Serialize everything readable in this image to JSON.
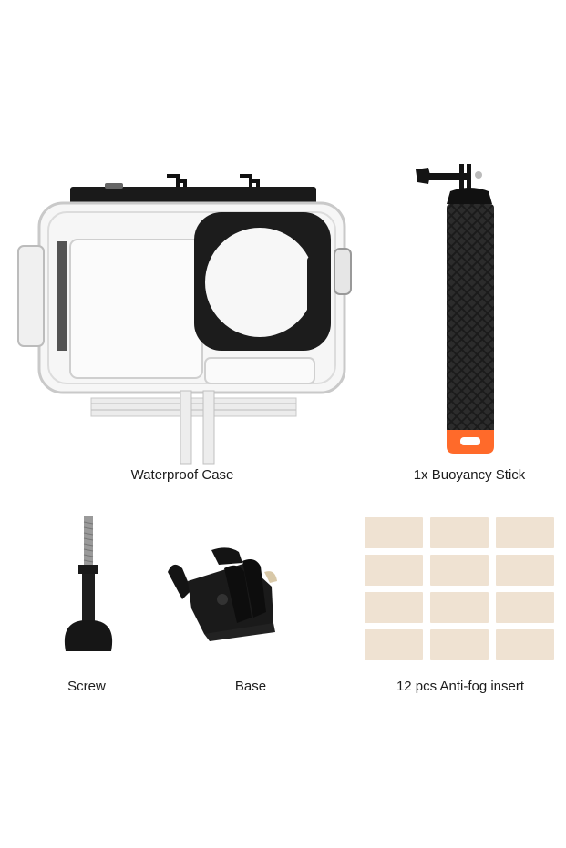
{
  "items": [
    {
      "name": "waterproof-case",
      "label": "Waterproof Case"
    },
    {
      "name": "buoyancy-stick",
      "label": "1x Buoyancy Stick"
    },
    {
      "name": "screw",
      "label": "Screw"
    },
    {
      "name": "base",
      "label": "Base"
    },
    {
      "name": "anti-fog-insert",
      "label": "12 pcs Anti-fog insert"
    }
  ],
  "anti_fog": {
    "count": 12,
    "rows": 4,
    "cols": 3,
    "color": "#efe2d2"
  },
  "colors": {
    "background": "#ffffff",
    "text": "#1c1c1c",
    "accent_orange": "#ff6a2a",
    "black": "#1a1a1a"
  }
}
